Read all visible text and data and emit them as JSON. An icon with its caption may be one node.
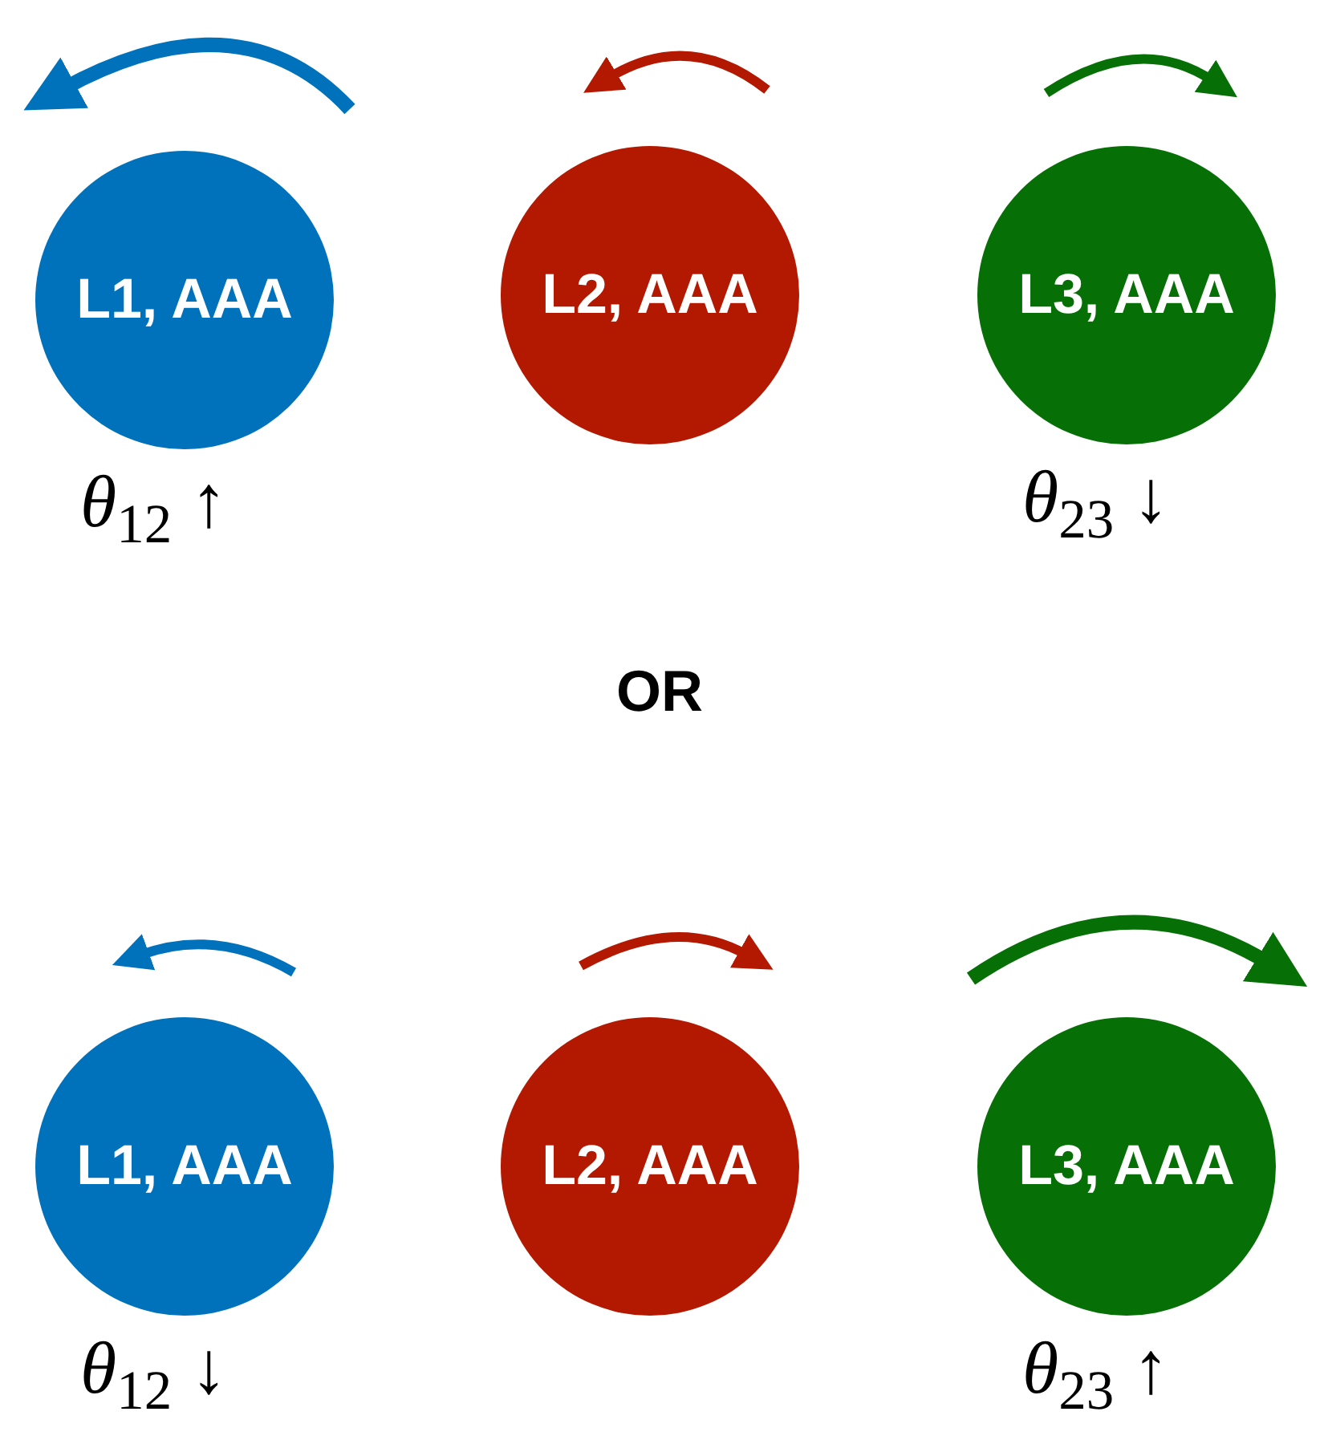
{
  "diagram": {
    "nodes": [
      {
        "text": [
          "L1, AAA"
        ],
        "beside": [
          "*θ*$_{12}$ ↑"
        ]
      },
      {
        "text": [
          "L2, AAA"
        ]
      },
      {
        "text": [
          "L3, AAA"
        ],
        "beside": [
          "*θ*$_{23}$ ↓"
        ]
      },
      {
        "text": [
          "L1, AAA"
        ],
        "beside": [
          "*θ*$_{12}$ ↓"
        ]
      },
      {
        "text": [
          "L2, AAA"
        ]
      },
      {
        "text": [
          "L3, AAA"
        ],
        "beside": [
          "*θ*$_{23}$ ↑"
        ]
      }
    ],
    "labels": [
      "OR"
    ]
  }
}
